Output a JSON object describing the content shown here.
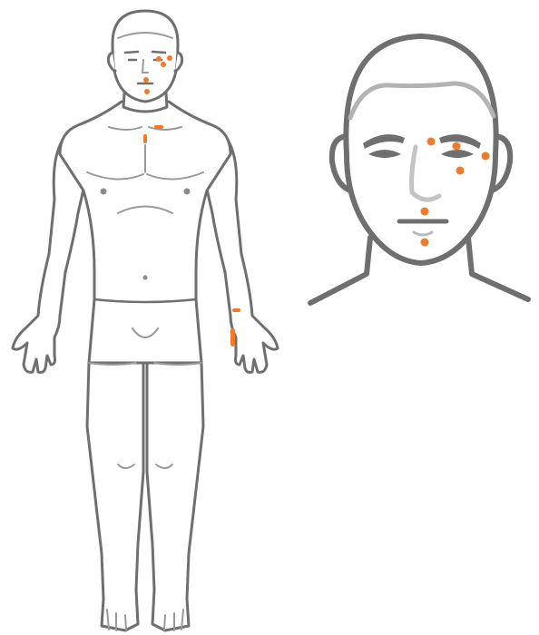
{
  "figure": {
    "outline_color": "#6f6f6f",
    "accent_color": "#f07a2a",
    "views": [
      {
        "name": "full-body-front",
        "marker_count": 9,
        "icon": "human-body-outline"
      },
      {
        "name": "face-closeup",
        "marker_count": 6,
        "icon": "human-face-outline"
      }
    ]
  }
}
